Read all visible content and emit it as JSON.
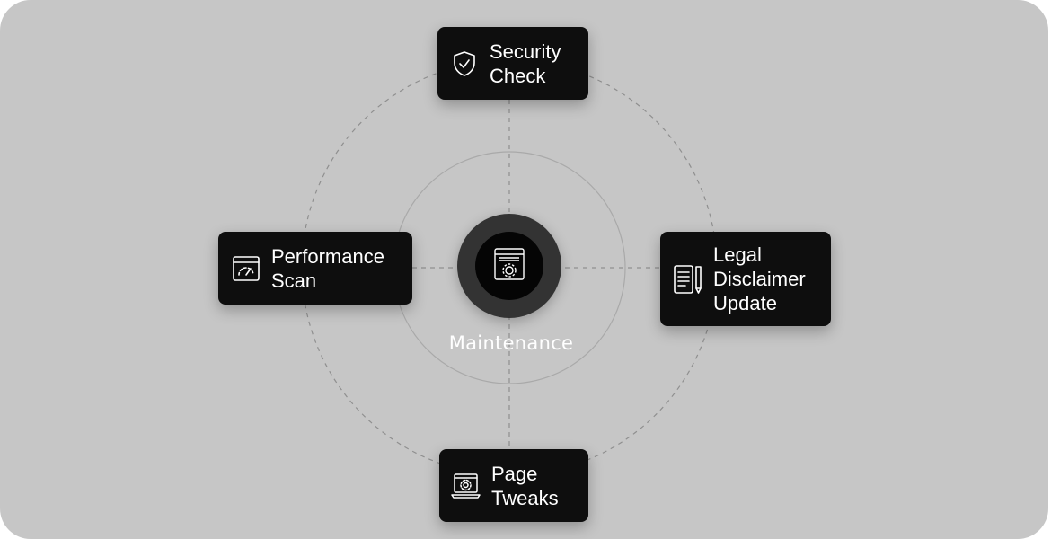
{
  "center": {
    "label": "Maintenance",
    "icon": "browser-gear-icon"
  },
  "cards": {
    "security": {
      "label": "Security\nCheck",
      "icon": "shield-check-icon"
    },
    "performance": {
      "label": "Performance\nScan",
      "icon": "speedometer-window-icon"
    },
    "legal": {
      "label": "Legal\nDisclaimer\nUpdate",
      "icon": "document-pen-icon"
    },
    "page": {
      "label": "Page\nTweaks",
      "icon": "laptop-gear-icon"
    }
  },
  "colors": {
    "background": "#c6c6c6",
    "card": "#0e0e0e",
    "hub_ring": "#333333",
    "text": "#ffffff",
    "dashed_line": "#8f8f8f",
    "inner_circle": "#a9a9a9"
  }
}
